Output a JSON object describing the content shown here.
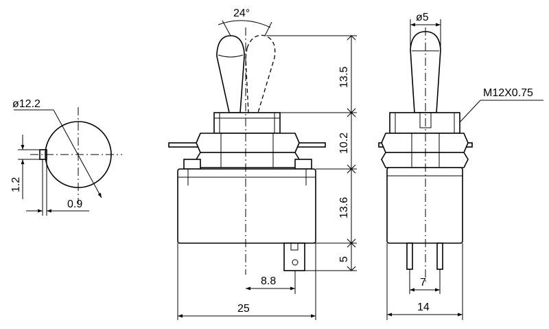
{
  "diagram": {
    "dims": {
      "dia_panel": "ø12.2",
      "key_h": "1.2",
      "key_w": "0.9",
      "angle": "24°",
      "lever_h": "13.5",
      "bushing_h": "10.2",
      "body_h": "13.6",
      "terminal_h": "5",
      "terminal_offset": "8.8",
      "body_w": "25",
      "lever_dia": "ø5",
      "thread": "M12X0.75",
      "terminal_pitch": "7",
      "body_d": "14"
    }
  }
}
